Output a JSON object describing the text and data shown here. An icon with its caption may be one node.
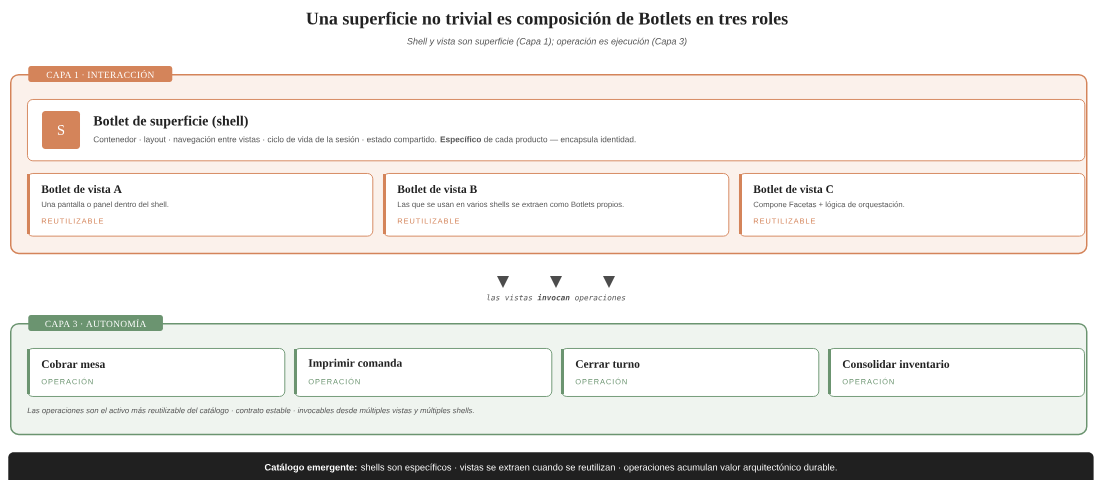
{
  "diagram": {
    "title": "Una superficie no trivial es composición de Botlets en tres roles",
    "caption": "Shell y vista son superficie (Capa 1); operación es ejecución (Capa 3)",
    "nodes": [
      {
        "text": [
          "CAPA 1 · INTERACCIÓN"
        ]
      },
      {
        "text": [
          "S",
          "Botlet de superficie (shell)",
          "Contenedor · layout · navegación entre vistas · ciclo de vida de la sesión · estado compartido. **Específico** de cada producto — encapsula identidad."
        ],
        "in": 0
      },
      {
        "text": [
          "Botlet de vista A",
          "Una pantalla o panel dentro del shell.",
          "REUTILIZABLE"
        ],
        "in": 0
      },
      {
        "text": [
          "Botlet de vista B",
          "Las que se usan en varios shells se extraen como Botlets propios.",
          "REUTILIZABLE"
        ],
        "in": 0
      },
      {
        "text": [
          "Botlet de vista C",
          "Compone Facetas + lógica de orquestación.",
          "REUTILIZABLE"
        ],
        "in": 0
      },
      {
        "text": [
          "CAPA 3 · AUTONOMÍA",
          "Las operaciones son el activo más reutilizable del catálogo · contrato estable · invocables desde múltiples vistas y múltiples shells."
        ]
      },
      {
        "text": [
          "Cobrar mesa",
          "OPERACIÓN"
        ],
        "in": 5
      },
      {
        "text": [
          "Imprimir comanda",
          "OPERACIÓN"
        ],
        "in": 5
      },
      {
        "text": [
          "Cerrar turno",
          "OPERACIÓN"
        ],
        "in": 5
      },
      {
        "text": [
          "Consolidar inventario",
          "OPERACIÓN"
        ],
        "in": 5
      },
      {
        "text": [
          "**Catálogo emergente:** shells son específicos · vistas se extraen cuando se reutilizan · operaciones acumulan valor arquitectónico durable."
        ]
      }
    ],
    "labels": [
      "las vistas **invocan** operaciones"
    ]
  }
}
